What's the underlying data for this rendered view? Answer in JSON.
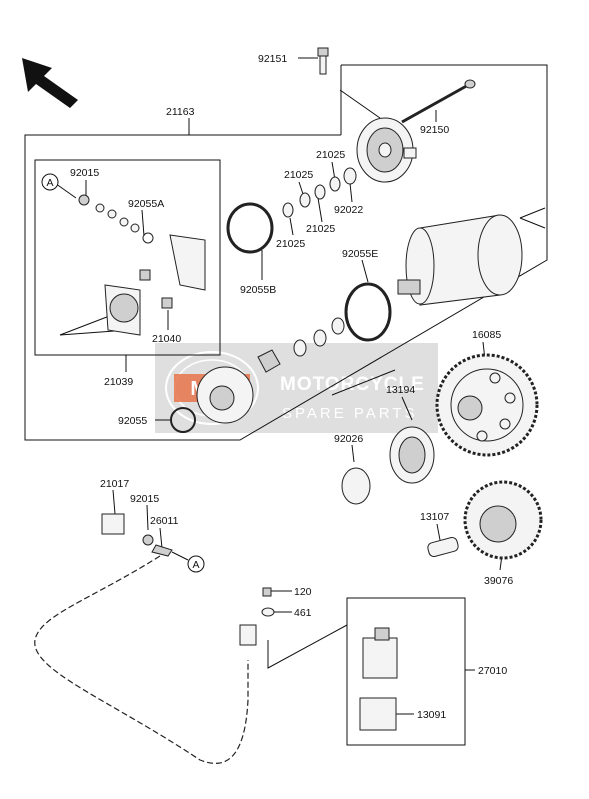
{
  "parts": [
    {
      "id": "p-92151",
      "number": "92151"
    },
    {
      "id": "p-21163",
      "number": "21163"
    },
    {
      "id": "p-92150",
      "number": "92150"
    },
    {
      "id": "p-92015-a",
      "number": "92015"
    },
    {
      "id": "p-92055A",
      "number": "92055A"
    },
    {
      "id": "p-21025-a",
      "number": "21025"
    },
    {
      "id": "p-21025-b",
      "number": "21025"
    },
    {
      "id": "p-21025-c",
      "number": "21025"
    },
    {
      "id": "p-21025-d",
      "number": "21025"
    },
    {
      "id": "p-92022",
      "number": "92022"
    },
    {
      "id": "p-92055E",
      "number": "92055E"
    },
    {
      "id": "p-92055B",
      "number": "92055B"
    },
    {
      "id": "p-21040",
      "number": "21040"
    },
    {
      "id": "p-21039",
      "number": "21039"
    },
    {
      "id": "p-16085",
      "number": "16085"
    },
    {
      "id": "p-13194",
      "number": "13194"
    },
    {
      "id": "p-92055",
      "number": "92055"
    },
    {
      "id": "p-92026",
      "number": "92026"
    },
    {
      "id": "p-21017",
      "number": "21017"
    },
    {
      "id": "p-92015-b",
      "number": "92015"
    },
    {
      "id": "p-26011",
      "number": "26011"
    },
    {
      "id": "p-13107",
      "number": "13107"
    },
    {
      "id": "p-39076",
      "number": "39076"
    },
    {
      "id": "p-120",
      "number": "120"
    },
    {
      "id": "p-461",
      "number": "461"
    },
    {
      "id": "p-27010",
      "number": "27010"
    },
    {
      "id": "p-13091",
      "number": "13091"
    }
  ],
  "reference_marker": "A",
  "watermark": {
    "line1": "MOTORCYCLE",
    "line2": "SPARE PARTS",
    "logo_text": "MSP",
    "colors": {
      "band": "#d9d9d9",
      "logo": "#e8734a"
    }
  }
}
